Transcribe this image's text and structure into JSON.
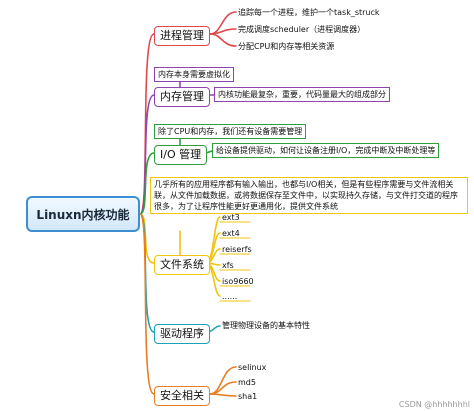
{
  "root": {
    "label": "Linuxn内核功能"
  },
  "branches": {
    "process": {
      "label": "进程管理",
      "color": "#e0474c",
      "leaves": [
        "追踪每一个进程，维护一个task_struck",
        "完成调度scheduler（进程调度器）",
        "分配CPU和内存等相关资源"
      ]
    },
    "memory": {
      "label": "内存管理",
      "color": "#8e44ad",
      "note_top": "内存本身需要虚拟化",
      "note_right": "内核功能最复杂，重要，代码量最大的组成部分"
    },
    "io": {
      "label": "I/O 管理",
      "color": "#2e9e3f",
      "note_top": "除了CPU和内存，我们还有设备需要管理",
      "note_right": "给设备提供驱动，如何让设备注册I/O，完成中断及中断处理等"
    },
    "fs": {
      "label": "文件系统",
      "color": "#f1c40f",
      "note_top": "几乎所有的应用程序都有输入输出，也都与I/O相关，但是有些程序需要与文件流相关联，从文件加载数据，或将数据保存至文件中，以实现持久存储，与文件打交道的程序很多，为了让程序性能更好更通用化，提供文件系统",
      "leaves": [
        "ext3",
        "ext4",
        "reiserfs",
        "xfs",
        "iso9660",
        "......"
      ]
    },
    "driver": {
      "label": "驱动程序",
      "color": "#1aa3b8",
      "note_right": "管理物理设备的基本特性"
    },
    "security": {
      "label": "安全相关",
      "color": "#e67e22",
      "leaves": [
        "selinux",
        "md5",
        "sha1"
      ]
    }
  },
  "watermark": "CSDN @hhhhhhhl"
}
